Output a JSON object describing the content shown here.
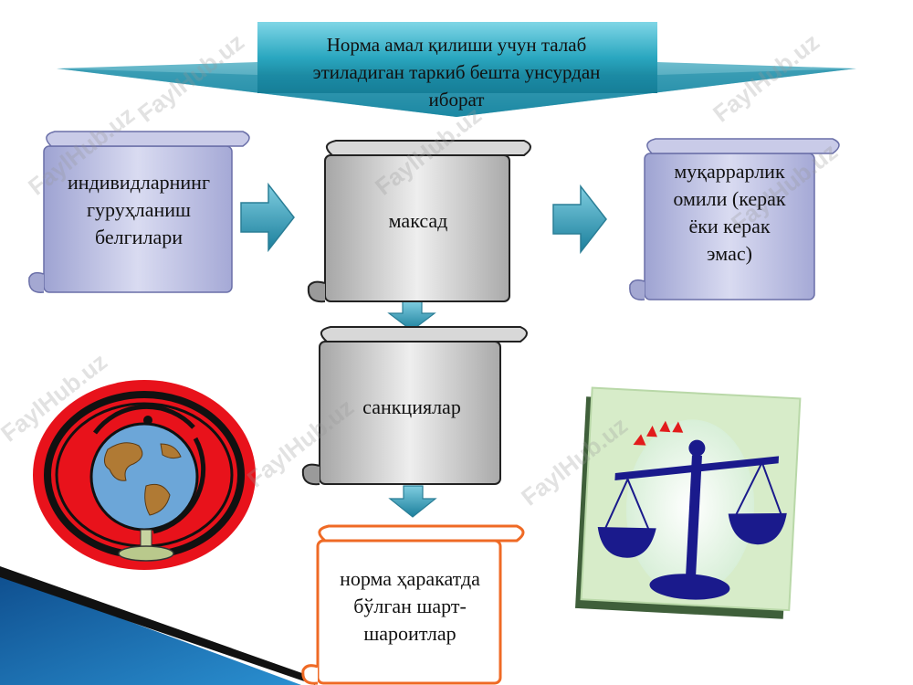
{
  "header": {
    "lines": [
      "Норма амал қилиши учун талаб",
      "этиладиган  таркиб бешта унсурдан",
      "иборат"
    ]
  },
  "scrolls": {
    "individual": {
      "lines": [
        "индивидларнинг",
        "гуруҳланиш",
        "белгилари"
      ]
    },
    "goal": {
      "lines": [
        "максад"
      ]
    },
    "imperative": {
      "lines": [
        "муқаррарлик",
        "омили (керак",
        "ёки керак",
        "эмас)"
      ]
    },
    "sanctions": {
      "lines": [
        "санкциялар"
      ]
    },
    "conditions": {
      "lines": [
        "норма ҳаракатда",
        "бўлган шарт-",
        "шароитлар"
      ]
    }
  },
  "watermarks": [
    "FaylHub.uz",
    "FaylHub.uz",
    "FaylHub.uz",
    "FaylHub.uz",
    "FaylHub.uz",
    "FaylHub.uz",
    "FaylHub.uz",
    "FaylHub.uz"
  ],
  "colors": {
    "header_fill": "#1f9fb8",
    "header_fill_light": "#58c6d8",
    "arrow_fill": "#2f96b3",
    "scroll_purple": "#b8bce0",
    "scroll_gray": "#b5b5b5",
    "scroll_orange_border": "#ef6a25",
    "globe_ring": "#e8121b",
    "scales_blue": "#1a1a8c"
  }
}
